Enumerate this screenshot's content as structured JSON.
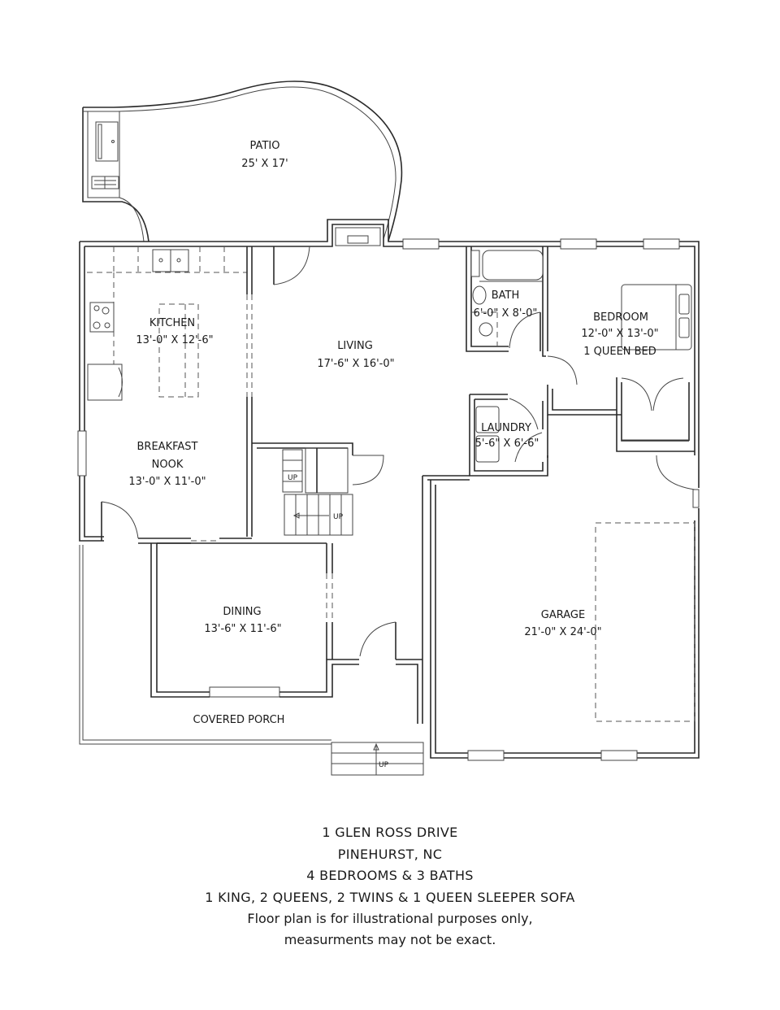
{
  "rooms": {
    "patio": {
      "name": "PATIO",
      "dims": "25' X 17'"
    },
    "kitchen": {
      "name": "KITCHEN",
      "dims": "13'-0\" X 12'-6\""
    },
    "nook": {
      "name_1": "BREAKFAST",
      "name_2": "NOOK",
      "dims": "13'-0\" X 11'-0\""
    },
    "living": {
      "name": "LIVING",
      "dims": "17'-6\" X 16'-0\""
    },
    "bath": {
      "name": "BATH",
      "dims": "6'-0\" X 8'-0\""
    },
    "bedroom": {
      "name": "BEDROOM",
      "dims": "12'-0\" X 13'-0\"",
      "beds": "1 QUEEN BED"
    },
    "laundry": {
      "name": "LAUNDRY",
      "dims": "5'-6\" X 6'-6\""
    },
    "dining": {
      "name": "DINING",
      "dims": "13'-6\" X 11'-6\""
    },
    "garage": {
      "name": "GARAGE",
      "dims": "21'-0\" X 24'-0\""
    },
    "porch": {
      "name": "COVERED PORCH"
    }
  },
  "stairs": {
    "up_label_1": "UP",
    "up_label_2": "UP",
    "porch_up_label": "UP"
  },
  "caption": {
    "address": "1 GLEN ROSS DRIVE",
    "city": "PINEHURST, NC",
    "summary": "4 BEDROOMS & 3 BATHS",
    "beds": "1 KING, 2 QUEENS, 2 TWINS & 1 QUEEN SLEEPER SOFA",
    "disclaimer_1": "Floor plan is for illustrational purposes only,",
    "disclaimer_2": "measurments may not be exact."
  }
}
